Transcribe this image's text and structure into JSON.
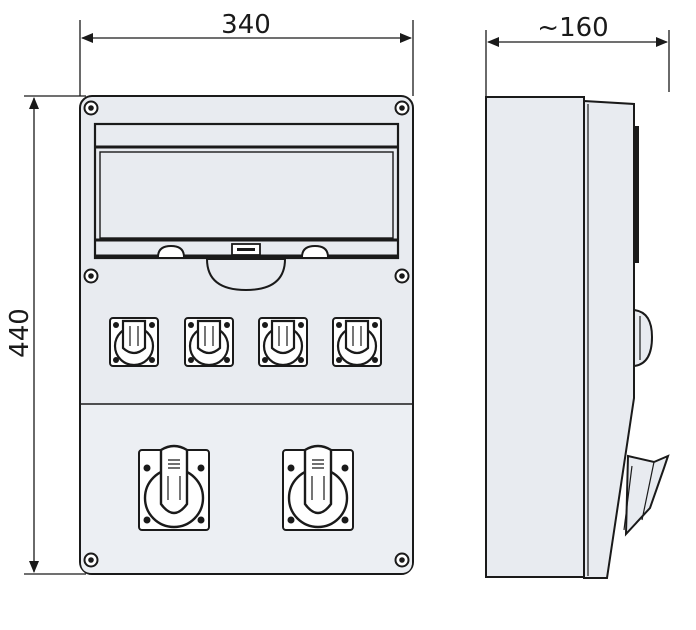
{
  "dimensions": {
    "width_label": "340",
    "height_label": "440",
    "depth_label": "~160"
  },
  "colors": {
    "panel_fill": "#e8ebf0",
    "outline": "#1a1a1a",
    "background": "#ffffff"
  }
}
